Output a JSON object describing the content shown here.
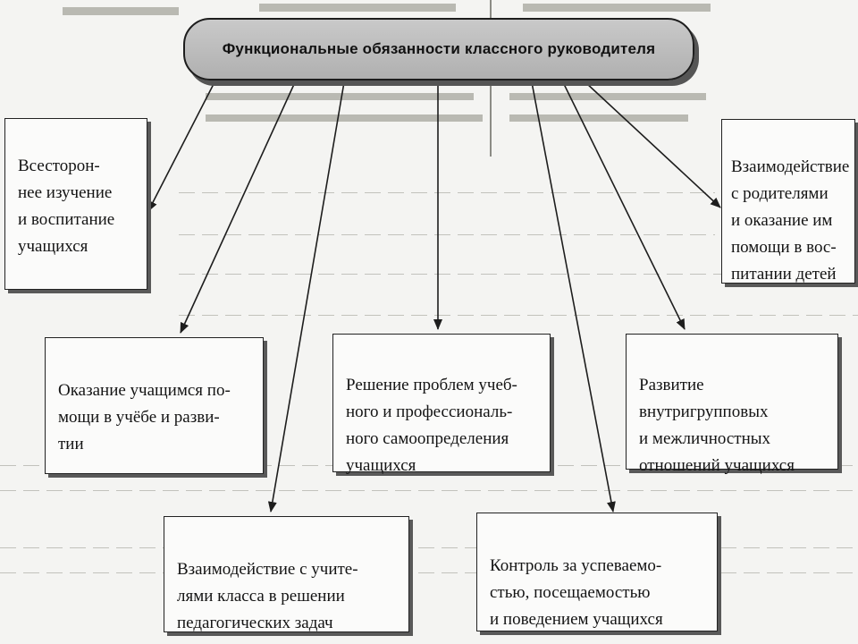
{
  "diagram": {
    "root": "Функциональные обязанности классного руководителя",
    "nodes": [
      {
        "id": "study",
        "text": "Всесторон-\nнее изучение\nи воспитание\nучащихся"
      },
      {
        "id": "parents",
        "text": "Взаимодействие\nс родителями\nи оказание им\nпомощи в вос-\nпитании детей"
      },
      {
        "id": "help",
        "text": "Оказание учащимся по-\nмощи в учёбе и разви-\nтии"
      },
      {
        "id": "selfdet",
        "text": "Решение проблем учеб-\nного и профессиональ-\nного самоопределения\nучащихся"
      },
      {
        "id": "relations",
        "text": "Развитие\nвнутригрупповых\nи межличностных\nотношений учащихся"
      },
      {
        "id": "teachers",
        "text": "Взаимодействие с учите-\nлями класса в решении\nпедагогических задач"
      },
      {
        "id": "control",
        "text": "Контроль за успеваемо-\nстью, посещаемостью\nи поведением учащихся"
      }
    ],
    "edges": [
      {
        "from": "root",
        "to": "study"
      },
      {
        "from": "root",
        "to": "help"
      },
      {
        "from": "root",
        "to": "teachers"
      },
      {
        "from": "root",
        "to": "selfdet"
      },
      {
        "from": "root",
        "to": "control"
      },
      {
        "from": "root",
        "to": "relations"
      },
      {
        "from": "root",
        "to": "parents"
      }
    ]
  },
  "colors": {
    "header_fill": "#bdbdbd",
    "box_fill": "#fbfbfa",
    "stroke": "#1d1d1d",
    "shadow": "#595959"
  }
}
